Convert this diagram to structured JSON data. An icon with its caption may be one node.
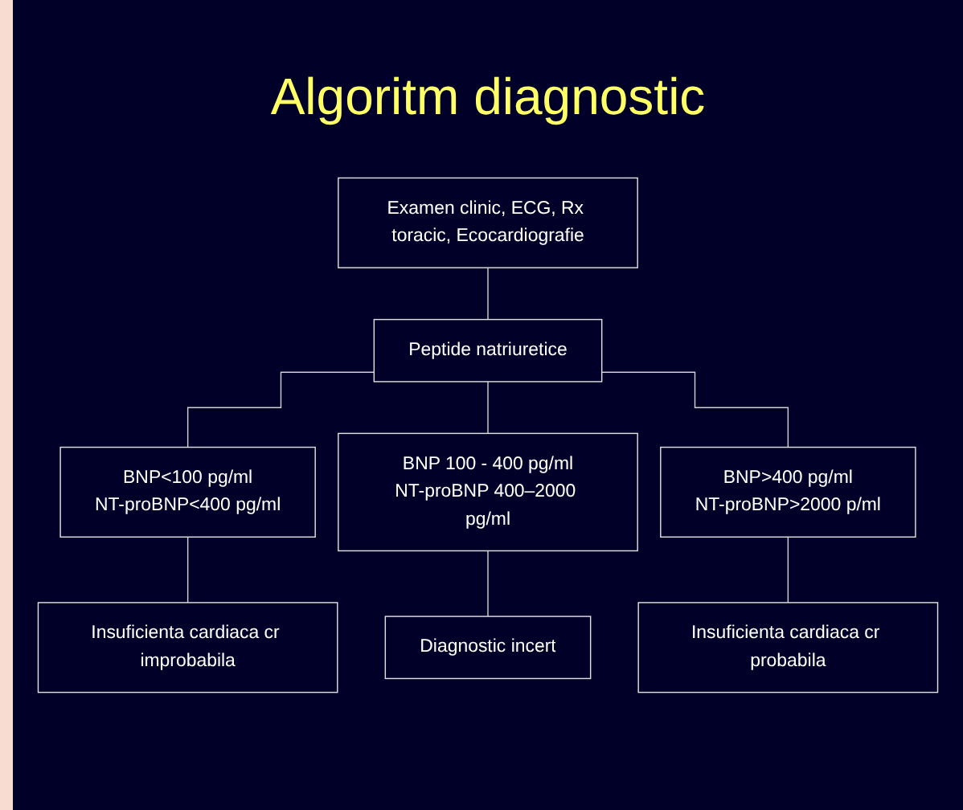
{
  "diagram": {
    "title": "Algoritm diagnostic",
    "nodes": [
      {
        "text": [
          "Examen clinic, ECG, Rx toracic, Ecocardiografie"
        ]
      },
      {
        "text": [
          "Peptide natriuretice"
        ]
      },
      {
        "text": [
          "BNP<100 pg/ml",
          "NT-proBNP<400 pg/ml"
        ]
      },
      {
        "text": [
          "BNP 100 - 400 pg/ml",
          "NT-proBNP 400–2000 pg/ml"
        ]
      },
      {
        "text": [
          "BNP>400 pg/ml",
          "NT-proBNP>2000 p/ml"
        ]
      },
      {
        "text": [
          "Insuficienta cardiaca cr improbabila"
        ]
      },
      {
        "text": [
          "Diagnostic incert"
        ]
      },
      {
        "text": [
          "Insuficienta cardiaca cr probabila"
        ]
      }
    ],
    "edges": [
      {
        "from": 0,
        "to": 1,
        "arrow": "none"
      },
      {
        "from": 1,
        "to": 2,
        "arrow": "none"
      },
      {
        "from": 1,
        "to": 3,
        "arrow": "none"
      },
      {
        "from": 1,
        "to": 4,
        "arrow": "none"
      },
      {
        "from": 2,
        "to": 5,
        "arrow": "none"
      },
      {
        "from": 3,
        "to": 6,
        "arrow": "none"
      },
      {
        "from": 4,
        "to": 7,
        "arrow": "none"
      }
    ]
  }
}
